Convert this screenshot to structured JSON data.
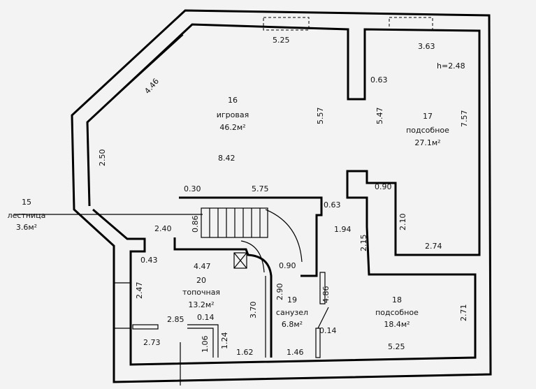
{
  "rooms": [
    {
      "num": "16",
      "name": "игровая",
      "area": "46.2м²"
    },
    {
      "num": "17",
      "name": "подсобное",
      "area": "27.1м²"
    },
    {
      "num": "15",
      "name": "лестница",
      "area": "3.6м²"
    },
    {
      "num": "20",
      "name": "топочная",
      "area": "13.2м²"
    },
    {
      "num": "19",
      "name": "санузел",
      "area": "6.8м²"
    },
    {
      "num": "18",
      "name": "подсобное",
      "area": "18.4м²"
    }
  ],
  "height_label": "h=2.48",
  "dims": [
    "5.25",
    "3.63",
    "0.63",
    "4.46",
    "5.57",
    "5.47",
    "7.57",
    "2.50",
    "8.42",
    "0.30",
    "5.75",
    "0.90",
    "0.63",
    "0.86",
    "2.40",
    "1.94",
    "2.10",
    "2.15",
    "0.43",
    "4.47",
    "0.90",
    "2.74",
    "2.47",
    "2.90",
    "4.86",
    "3.70",
    "2.85",
    "0.14",
    "0.14",
    "2.71",
    "2.73",
    "1.06",
    "1.24",
    "1.62",
    "1.46",
    "5.25"
  ]
}
